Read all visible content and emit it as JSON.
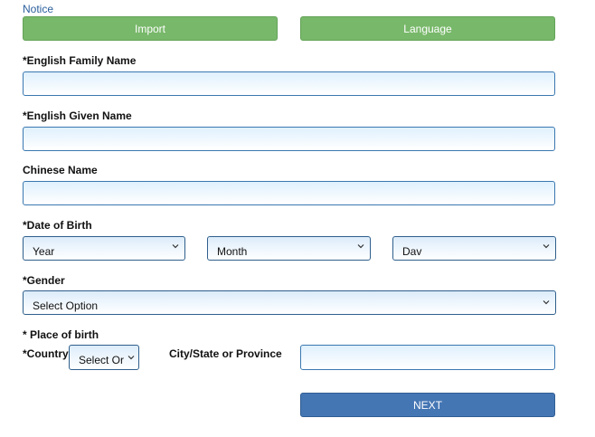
{
  "header": {
    "notice_label": "Notice",
    "import_label": "Import",
    "language_label": "Language"
  },
  "form": {
    "family_name_label": "*English Family Name",
    "family_name_value": "",
    "given_name_label": "*English Given Name",
    "given_name_value": "",
    "chinese_name_label": "Chinese Name",
    "chinese_name_value": "",
    "dob_label": "*Date of Birth",
    "dob_year": "Year",
    "dob_month": "Month",
    "dob_day": "Dav",
    "gender_label": "*Gender",
    "gender_value": "Select Option",
    "place_of_birth_label": "* Place of birth",
    "country_label": "*Country",
    "country_value": "Select Or",
    "city_label": "City/State or Province",
    "city_value": ""
  },
  "actions": {
    "next_label": "NEXT"
  },
  "colors": {
    "green_button": "#78b86a",
    "next_button": "#4576b4",
    "field_border": "#3a78b0",
    "notice_text": "#2a5e9c"
  }
}
